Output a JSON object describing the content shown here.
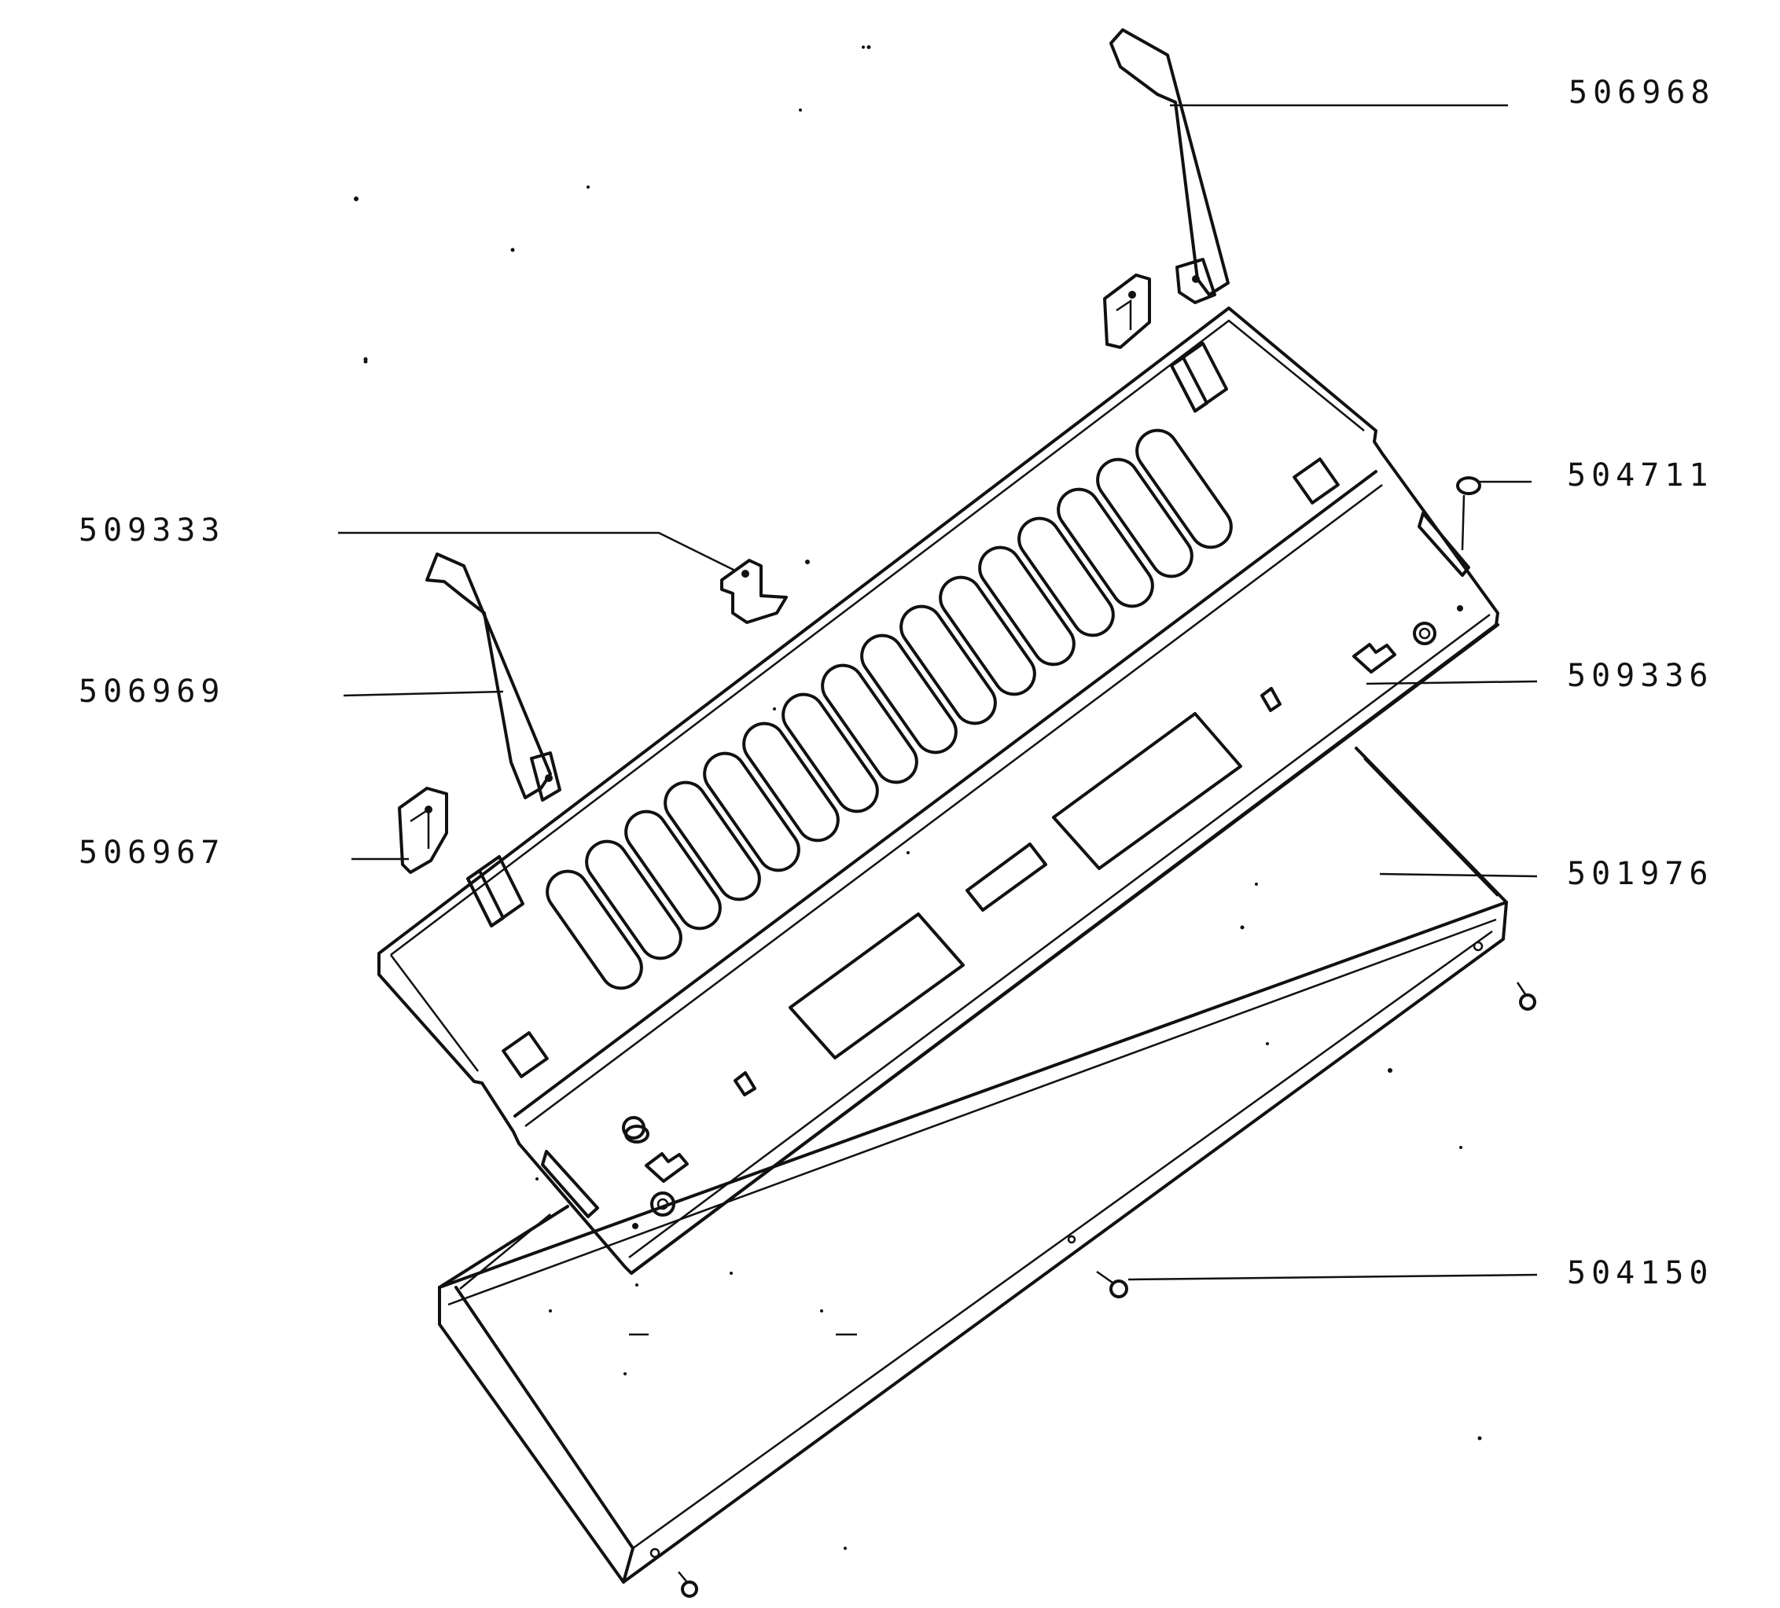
{
  "figure": {
    "callouts": [
      {
        "id": "p506968",
        "label": "506968"
      },
      {
        "id": "p504711",
        "label": "504711"
      },
      {
        "id": "p509333",
        "label": "509333"
      },
      {
        "id": "p509336",
        "label": "509336"
      },
      {
        "id": "p506969",
        "label": "506969"
      },
      {
        "id": "p506967",
        "label": "506967"
      },
      {
        "id": "p501976",
        "label": "501976"
      },
      {
        "id": "p504150",
        "label": "504150"
      }
    ]
  },
  "colors": {
    "ink": "#111111",
    "paper": "#ffffff"
  }
}
